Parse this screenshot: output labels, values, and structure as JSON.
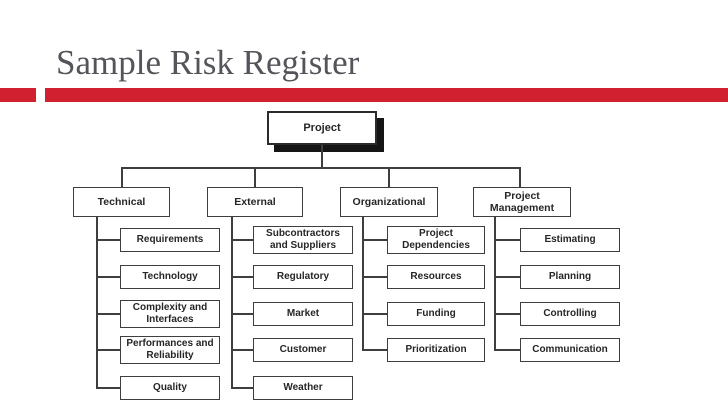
{
  "title": "Sample Risk Register",
  "colors": {
    "accent_red": "#d1202f",
    "title_gray": "#54555a",
    "line_dark": "#3e3e3e",
    "shadow_black": "#151515",
    "background": "#ffffff"
  },
  "diagram": {
    "root_label": "Project",
    "branches": [
      {
        "label": "Technical",
        "children": [
          "Requirements",
          "Technology",
          "Complexity and Interfaces",
          "Performances and Reliability",
          "Quality"
        ]
      },
      {
        "label": "External",
        "children": [
          "Subcontractors and Suppliers",
          "Regulatory",
          "Market",
          "Customer",
          "Weather"
        ]
      },
      {
        "label": "Organizational",
        "children": [
          "Project Dependencies",
          "Resources",
          "Funding",
          "Prioritization"
        ]
      },
      {
        "label": "Project Management",
        "children": [
          "Estimating",
          "Planning",
          "Controlling",
          "Communication"
        ]
      }
    ]
  }
}
